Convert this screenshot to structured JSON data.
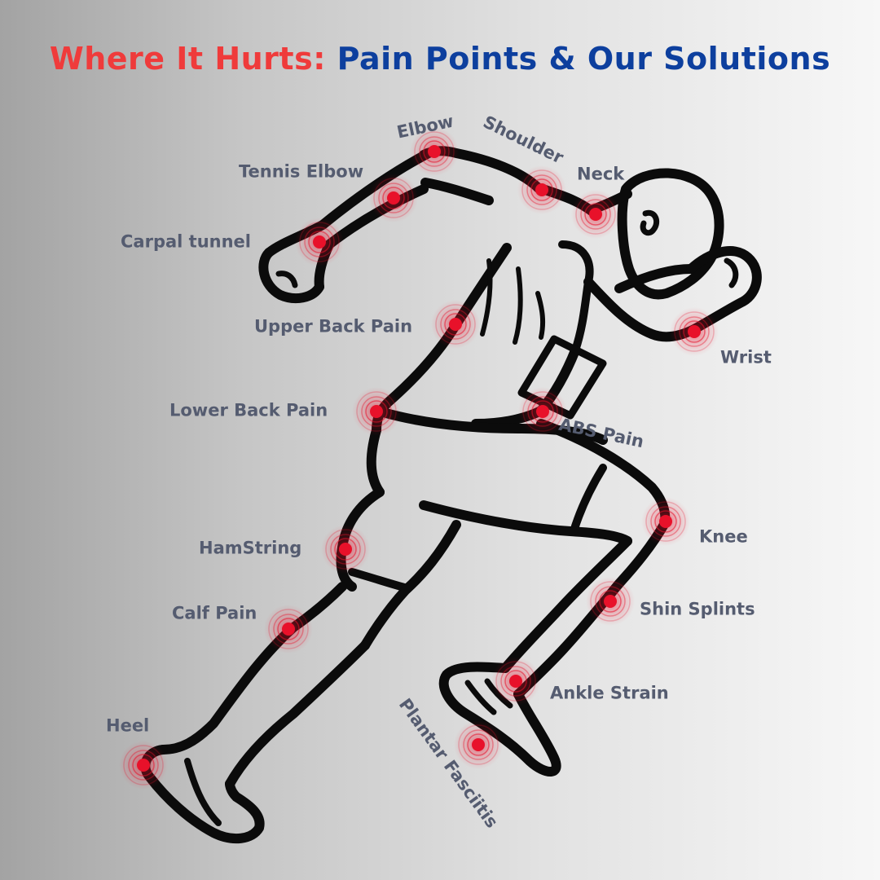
{
  "title": {
    "part1": "Where It Hurts:",
    "part2": "Pain Points & Our Solutions",
    "color1": "#ef3b3b",
    "color2": "#0d3f9e"
  },
  "marker_color": "#e8112a",
  "label_color": "#555c70",
  "pain_points": [
    {
      "id": "elbow",
      "label": "Elbow"
    },
    {
      "id": "shoulder",
      "label": "Shoulder"
    },
    {
      "id": "neck",
      "label": "Neck"
    },
    {
      "id": "tennis-elbow",
      "label": "Tennis Elbow"
    },
    {
      "id": "carpal-tunnel",
      "label": "Carpal tunnel"
    },
    {
      "id": "upper-back-pain",
      "label": "Upper Back Pain"
    },
    {
      "id": "wrist",
      "label": "Wrist"
    },
    {
      "id": "lower-back-pain",
      "label": "Lower Back Pain"
    },
    {
      "id": "abs-pain",
      "label": "ABS Pain"
    },
    {
      "id": "knee",
      "label": "Knee"
    },
    {
      "id": "hamstring",
      "label": "HamString"
    },
    {
      "id": "shin-splints",
      "label": "Shin Splints"
    },
    {
      "id": "calf-pain",
      "label": "Calf Pain"
    },
    {
      "id": "ankle-strain",
      "label": "Ankle Strain"
    },
    {
      "id": "heel",
      "label": "Heel"
    },
    {
      "id": "plantar-fasciitis",
      "label": "Plantar Fasciitis"
    }
  ]
}
